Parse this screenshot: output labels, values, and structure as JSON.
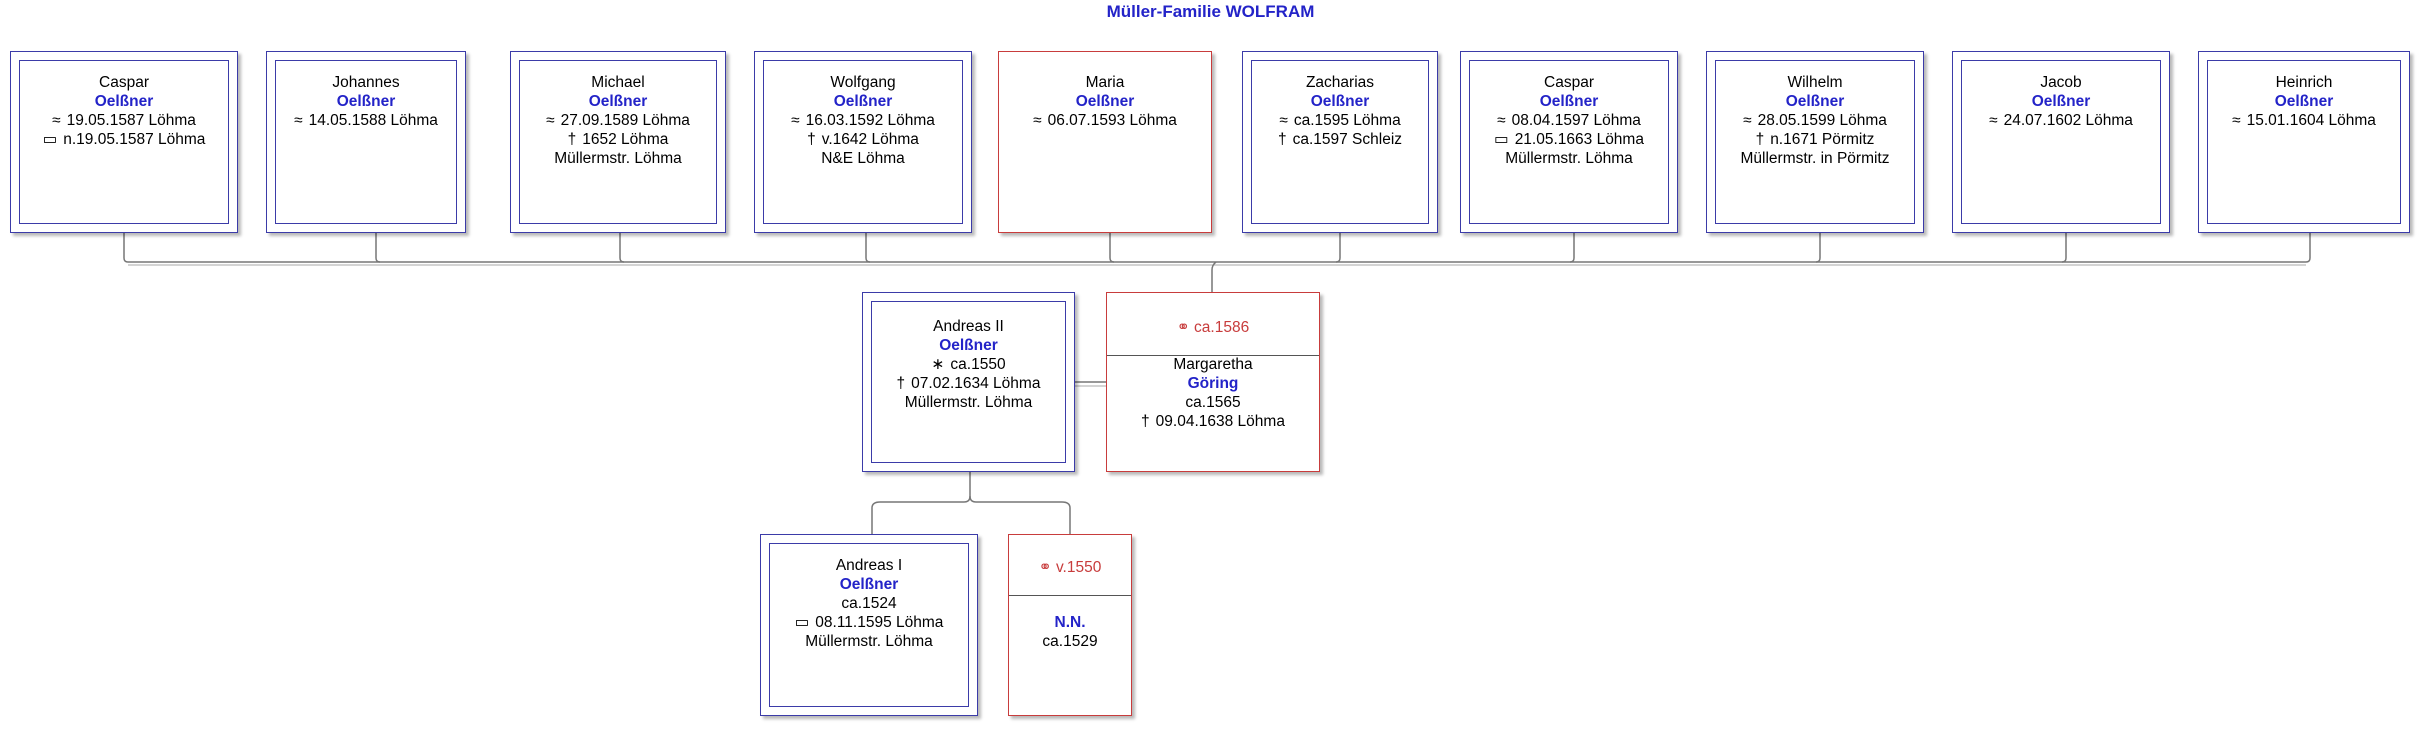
{
  "title": "Müller-Familie WOLFRAM",
  "children": [
    {
      "given": "Caspar",
      "surname": "Oelßner",
      "lines": [
        {
          "sym": "≈",
          "text": "19.05.1587 Löhma"
        },
        {
          "sym": "▭",
          "text": "n.19.05.1587 Löhma"
        }
      ]
    },
    {
      "given": "Johannes",
      "surname": "Oelßner",
      "lines": [
        {
          "sym": "≈",
          "text": "14.05.1588 Löhma"
        }
      ]
    },
    {
      "given": "Michael",
      "surname": "Oelßner",
      "lines": [
        {
          "sym": "≈",
          "text": "27.09.1589 Löhma"
        },
        {
          "sym": "†",
          "text": "1652 Löhma"
        },
        {
          "sym": "",
          "text": "Müllermstr. Löhma"
        }
      ]
    },
    {
      "given": "Wolfgang",
      "surname": "Oelßner",
      "lines": [
        {
          "sym": "≈",
          "text": "16.03.1592 Löhma"
        },
        {
          "sym": "†",
          "text": "v.1642 Löhma"
        },
        {
          "sym": "",
          "text": "N&E Löhma"
        }
      ]
    },
    {
      "given": "Maria",
      "surname": "Oelßner",
      "female": true,
      "lines": [
        {
          "sym": "≈",
          "text": "06.07.1593 Löhma"
        }
      ]
    },
    {
      "given": "Zacharias",
      "surname": "Oelßner",
      "lines": [
        {
          "sym": "≈",
          "text": "ca.1595 Löhma"
        },
        {
          "sym": "†",
          "text": "ca.1597 Schleiz"
        }
      ]
    },
    {
      "given": "Caspar",
      "surname": "Oelßner",
      "lines": [
        {
          "sym": "≈",
          "text": "08.04.1597 Löhma"
        },
        {
          "sym": "▭",
          "text": "21.05.1663 Löhma"
        },
        {
          "sym": "",
          "text": "Müllermstr. Löhma"
        }
      ]
    },
    {
      "given": "Wilhelm",
      "surname": "Oelßner",
      "lines": [
        {
          "sym": "≈",
          "text": "28.05.1599 Löhma"
        },
        {
          "sym": "†",
          "text": "n.1671 Pörmitz"
        },
        {
          "sym": "",
          "text": "Müllermstr. in Pörmitz"
        }
      ]
    },
    {
      "given": "Jacob",
      "surname": "Oelßner",
      "lines": [
        {
          "sym": "≈",
          "text": "24.07.1602 Löhma"
        }
      ]
    },
    {
      "given": "Heinrich",
      "surname": "Oelßner",
      "lines": [
        {
          "sym": "≈",
          "text": "15.01.1604 Löhma"
        }
      ]
    }
  ],
  "father": {
    "given": "Andreas II",
    "surname": "Oelßner",
    "lines": [
      {
        "sym": "∗",
        "text": "ca.1550"
      },
      {
        "sym": "†",
        "text": "07.02.1634 Löhma"
      },
      {
        "sym": "",
        "text": "Müllermstr. Löhma"
      }
    ]
  },
  "mother": {
    "marriage": "⚭ ca.1586",
    "given": "Margaretha",
    "surname": "Göring",
    "lines": [
      {
        "sym": "",
        "text": "ca.1565"
      },
      {
        "sym": "†",
        "text": "09.04.1638 Löhma"
      }
    ]
  },
  "grandfather": {
    "given": "Andreas I",
    "surname": "Oelßner",
    "lines": [
      {
        "sym": "",
        "text": "ca.1524"
      },
      {
        "sym": "▭",
        "text": "08.11.1595 Löhma"
      },
      {
        "sym": "",
        "text": "Müllermstr. Löhma"
      }
    ]
  },
  "grandmother": {
    "marriage": "⚭ v.1550",
    "given": "",
    "surname": "N.N.",
    "lines": [
      {
        "sym": "",
        "text": "ca.1529"
      }
    ]
  }
}
